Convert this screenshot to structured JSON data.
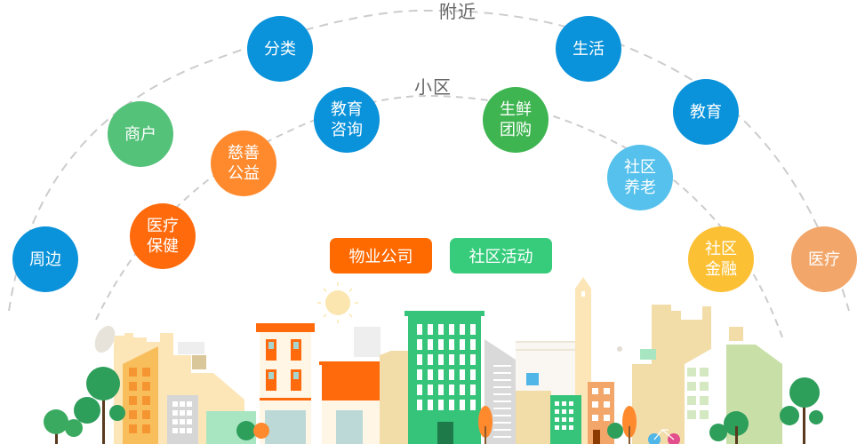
{
  "arcs": {
    "outer": {
      "label": "附近"
    },
    "inner": {
      "label": "小区"
    }
  },
  "outer_nodes": [
    {
      "id": "zhoubian",
      "label": "周边",
      "color": "#0A92DA"
    },
    {
      "id": "shanghu",
      "label": "商户",
      "color": "#55C27A"
    },
    {
      "id": "fenlei",
      "label": "分类",
      "color": "#0A92DA"
    },
    {
      "id": "shenghuo",
      "label": "生活",
      "color": "#0A92DA"
    },
    {
      "id": "jiaoyu",
      "label": "教育",
      "color": "#0A92DA"
    },
    {
      "id": "yiliao",
      "label": "医疗",
      "color": "#F2A66A"
    }
  ],
  "inner_nodes": [
    {
      "id": "yiliao-baojian",
      "label": "医疗\n保健",
      "color": "#FF6A0C"
    },
    {
      "id": "cishan-gongyi",
      "label": "慈善\n公益",
      "color": "#FF8A2E"
    },
    {
      "id": "jiaoyu-zixun",
      "label": "教育\n咨询",
      "color": "#0A92DA"
    },
    {
      "id": "shengxian-tuangou",
      "label": "生鲜\n团购",
      "color": "#3EB550"
    },
    {
      "id": "shequ-yanglao",
      "label": "社区\n养老",
      "color": "#55C1EC"
    },
    {
      "id": "shequ-jinrong",
      "label": "社区\n金融",
      "color": "#FCC035"
    }
  ],
  "center_buttons": [
    {
      "id": "wuye",
      "label": "物业公司",
      "color": "#FF6A00"
    },
    {
      "id": "shequ-huodong",
      "label": "社区活动",
      "color": "#36CC7C"
    }
  ],
  "colors": {
    "arc": "#cccccc",
    "label": "#666666"
  }
}
